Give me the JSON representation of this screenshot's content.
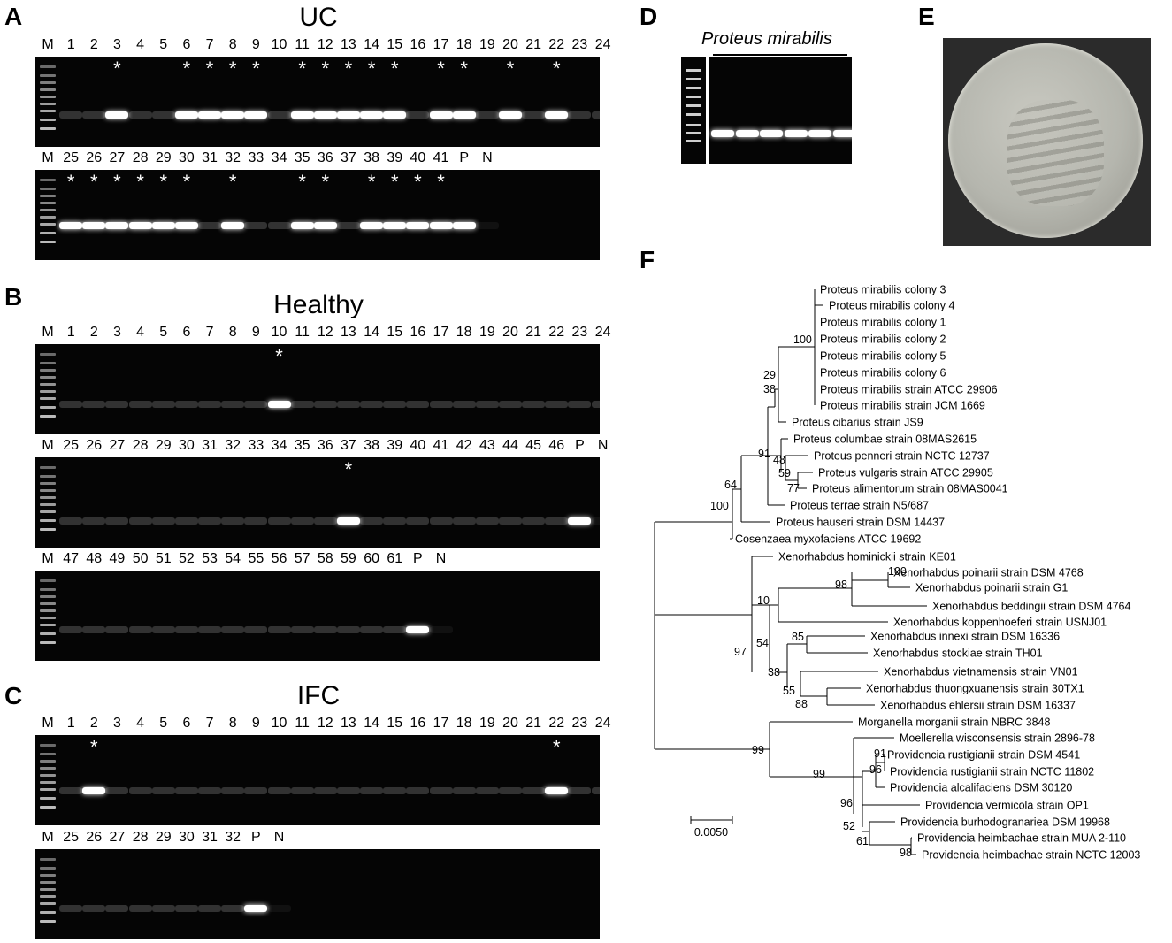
{
  "panels": {
    "A": {
      "label": "A",
      "title": "UC"
    },
    "B": {
      "label": "B",
      "title": "Healthy"
    },
    "C": {
      "label": "C",
      "title": "IFC"
    },
    "D": {
      "label": "D",
      "species": "Proteus mirabilis"
    },
    "E": {
      "label": "E"
    },
    "F": {
      "label": "F",
      "scale": "0.0050"
    }
  },
  "gels": [
    {
      "id": "A1",
      "lanes": [
        "M",
        "1",
        "2",
        "3",
        "4",
        "5",
        "6",
        "7",
        "8",
        "9",
        "10",
        "11",
        "12",
        "13",
        "14",
        "15",
        "16",
        "17",
        "18",
        "19",
        "20",
        "21",
        "22",
        "23",
        "24"
      ],
      "stars": [
        "3",
        "6",
        "7",
        "8",
        "9",
        "11",
        "12",
        "13",
        "14",
        "15",
        "17",
        "18",
        "20",
        "22"
      ]
    },
    {
      "id": "A2",
      "lanes": [
        "M",
        "25",
        "26",
        "27",
        "28",
        "29",
        "30",
        "31",
        "32",
        "33",
        "34",
        "35",
        "36",
        "37",
        "38",
        "39",
        "40",
        "41",
        "P",
        "N"
      ],
      "stars": [
        "25",
        "26",
        "27",
        "28",
        "29",
        "30",
        "32",
        "35",
        "36",
        "38",
        "39",
        "40",
        "41"
      ]
    },
    {
      "id": "B1",
      "lanes": [
        "M",
        "1",
        "2",
        "3",
        "4",
        "5",
        "6",
        "7",
        "8",
        "9",
        "10",
        "11",
        "12",
        "13",
        "14",
        "15",
        "16",
        "17",
        "18",
        "19",
        "20",
        "21",
        "22",
        "23",
        "24"
      ],
      "stars": [
        "10"
      ]
    },
    {
      "id": "B2",
      "lanes": [
        "M",
        "25",
        "26",
        "27",
        "28",
        "29",
        "30",
        "31",
        "32",
        "33",
        "34",
        "35",
        "36",
        "37",
        "38",
        "39",
        "40",
        "41",
        "42",
        "43",
        "44",
        "45",
        "46",
        "P",
        "N"
      ],
      "stars": [
        "37"
      ]
    },
    {
      "id": "B3",
      "lanes": [
        "M",
        "47",
        "48",
        "49",
        "50",
        "51",
        "52",
        "53",
        "54",
        "55",
        "56",
        "57",
        "58",
        "59",
        "60",
        "61",
        "P",
        "N"
      ],
      "stars": []
    },
    {
      "id": "C1",
      "lanes": [
        "M",
        "1",
        "2",
        "3",
        "4",
        "5",
        "6",
        "7",
        "8",
        "9",
        "10",
        "11",
        "12",
        "13",
        "14",
        "15",
        "16",
        "17",
        "18",
        "19",
        "20",
        "21",
        "22",
        "23",
        "24"
      ],
      "stars": [
        "2",
        "22"
      ]
    },
    {
      "id": "C2",
      "lanes": [
        "M",
        "25",
        "26",
        "27",
        "28",
        "29",
        "30",
        "31",
        "32",
        "P",
        "N"
      ],
      "stars": []
    }
  ],
  "tree": {
    "leaves": [
      "Proteus mirabilis colony 3",
      "Proteus mirabilis colony 4",
      "Proteus mirabilis colony 1",
      "Proteus mirabilis colony 2",
      "Proteus mirabilis colony 5",
      "Proteus mirabilis colony 6",
      "Proteus mirabilis strain ATCC 29906",
      "Proteus mirabilis strain JCM 1669",
      "Proteus cibarius strain JS9",
      "Proteus columbae strain 08MAS2615",
      "Proteus penneri strain NCTC 12737",
      "Proteus vulgaris strain ATCC 29905",
      "Proteus alimentorum strain 08MAS0041",
      "Proteus terrae strain N5/687",
      "Proteus hauseri strain DSM 14437",
      "Cosenzaea myxofaciens ATCC 19692",
      "Xenorhabdus hominickii strain KE01",
      "Xenorhabdus poinarii strain DSM 4768",
      "Xenorhabdus poinarii strain G1",
      "Xenorhabdus beddingii strain DSM 4764",
      "Xenorhabdus koppenhoeferi strain USNJ01",
      "Xenorhabdus innexi strain DSM 16336",
      "Xenorhabdus stockiae strain TH01",
      "Xenorhabdus vietnamensis strain VN01",
      "Xenorhabdus thuongxuanensis strain 30TX1",
      "Xenorhabdus ehlersii strain DSM 16337",
      "Morganella morganii strain NBRC 3848",
      "Moellerella wisconsensis strain 2896-78",
      "Providencia rustigianii strain DSM 4541",
      "Providencia rustigianii strain NCTC 11802",
      "Providencia alcalifaciens DSM 30120",
      "Providencia vermicola strain OP1",
      "Providencia burhodogranariea DSM 19968",
      "Providencia heimbachae strain MUA 2-110",
      "Providencia heimbachae strain NCTC 12003"
    ],
    "bootstraps": [
      "100",
      "29",
      "38",
      "91",
      "48",
      "59",
      "77",
      "64",
      "100",
      "100",
      "98",
      "10",
      "97",
      "85",
      "54",
      "38",
      "55",
      "88",
      "99",
      "91",
      "96",
      "99",
      "96",
      "52",
      "61",
      "98"
    ]
  }
}
